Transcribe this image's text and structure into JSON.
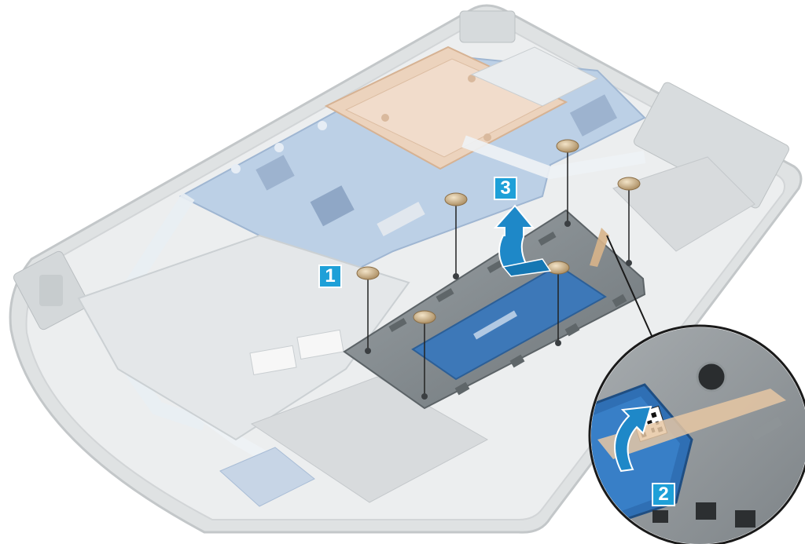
{
  "colors": {
    "accent_blue": "#1ea0d8",
    "chassis": "#e7e9ea",
    "board": "#b9cbe3",
    "copper": "#e9c9ae",
    "plate": "#7d8488",
    "screw": "#c9ad86"
  },
  "callouts": {
    "step1": "1",
    "step2": "2",
    "step3": "3"
  },
  "icons": {
    "lift_arrow": "arrow-up-icon",
    "rotate_arrow": "curved-arrow-icon"
  }
}
